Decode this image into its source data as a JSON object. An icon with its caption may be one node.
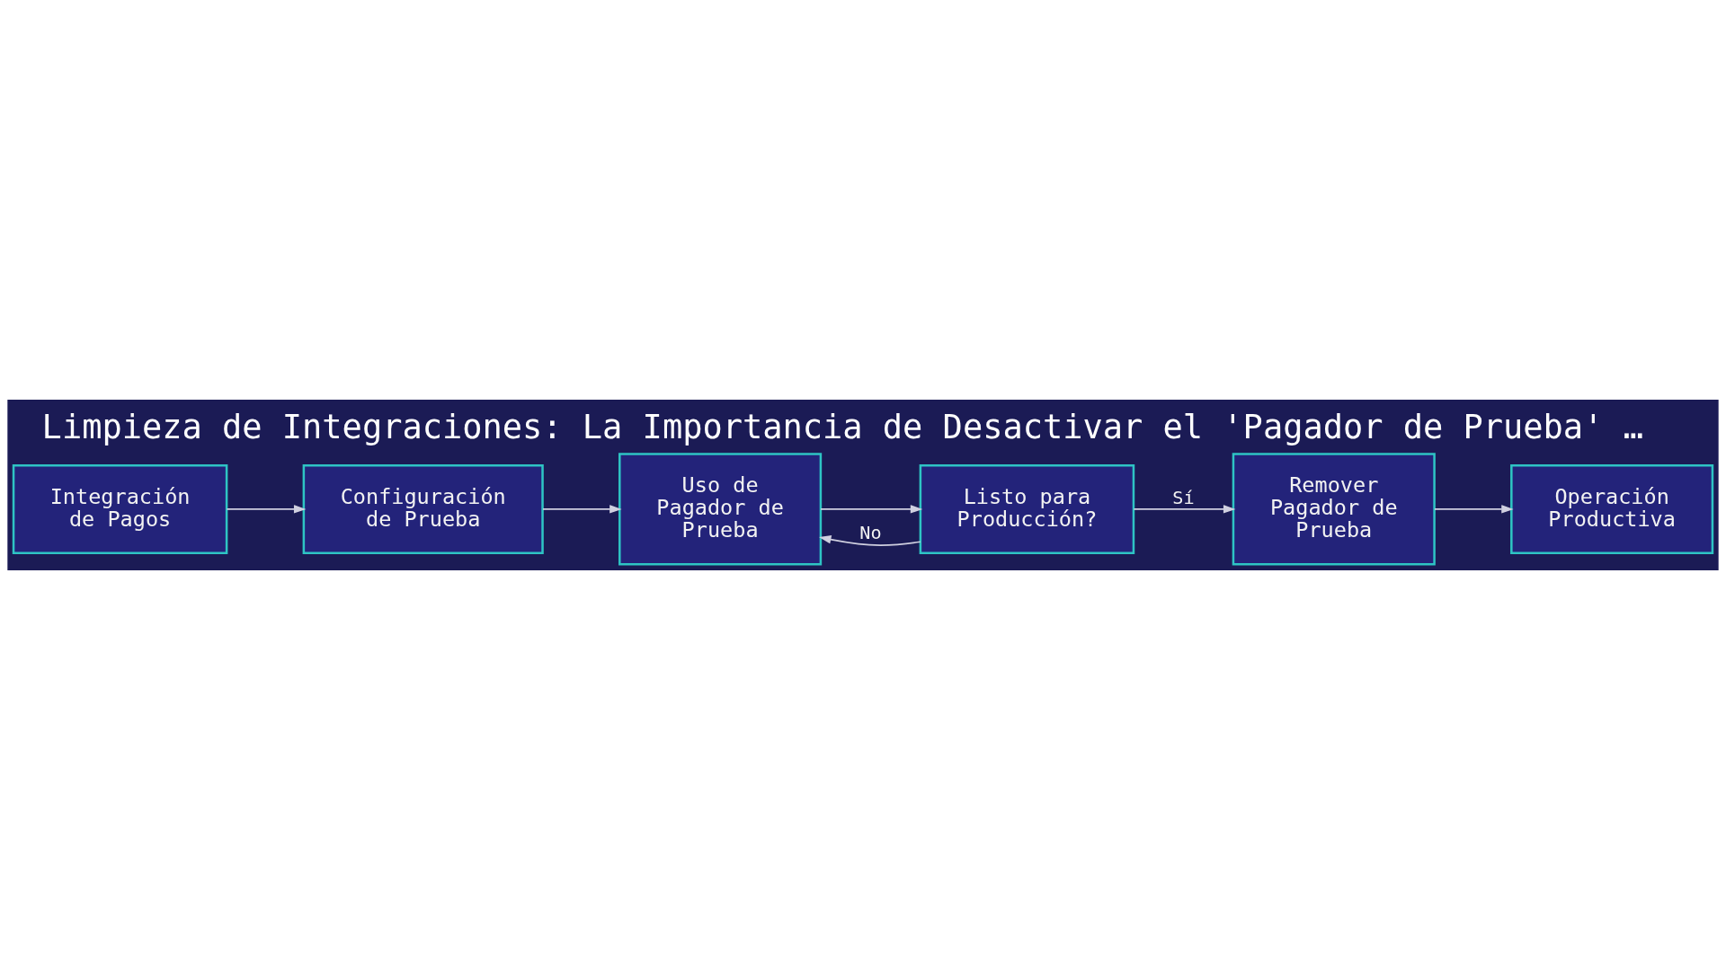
{
  "diagram": {
    "title": "Limpieza de Integraciones: La Importancia de Desactivar el 'Pagador de Prueba' …",
    "nodes": [
      {
        "text": [
          "Integración de Pagos"
        ]
      },
      {
        "text": [
          "Configuración de Prueba"
        ]
      },
      {
        "text": [
          "Uso de Pagador de Prueba"
        ]
      },
      {
        "text": [
          "Listo para Producción?"
        ]
      },
      {
        "text": [
          "Remover Pagador de Prueba"
        ]
      },
      {
        "text": [
          "Operación Productiva"
        ]
      }
    ],
    "edges": [
      {
        "from": 0,
        "to": 1,
        "arrow": "to"
      },
      {
        "from": 1,
        "to": 2,
        "arrow": "to"
      },
      {
        "from": 2,
        "to": 3,
        "arrow": "to"
      },
      {
        "from": 3,
        "to": 2,
        "arrow": "to",
        "label": "No"
      },
      {
        "from": 3,
        "to": 4,
        "arrow": "to",
        "label": "Sí"
      },
      {
        "from": 4,
        "to": 5,
        "arrow": "to"
      }
    ]
  }
}
